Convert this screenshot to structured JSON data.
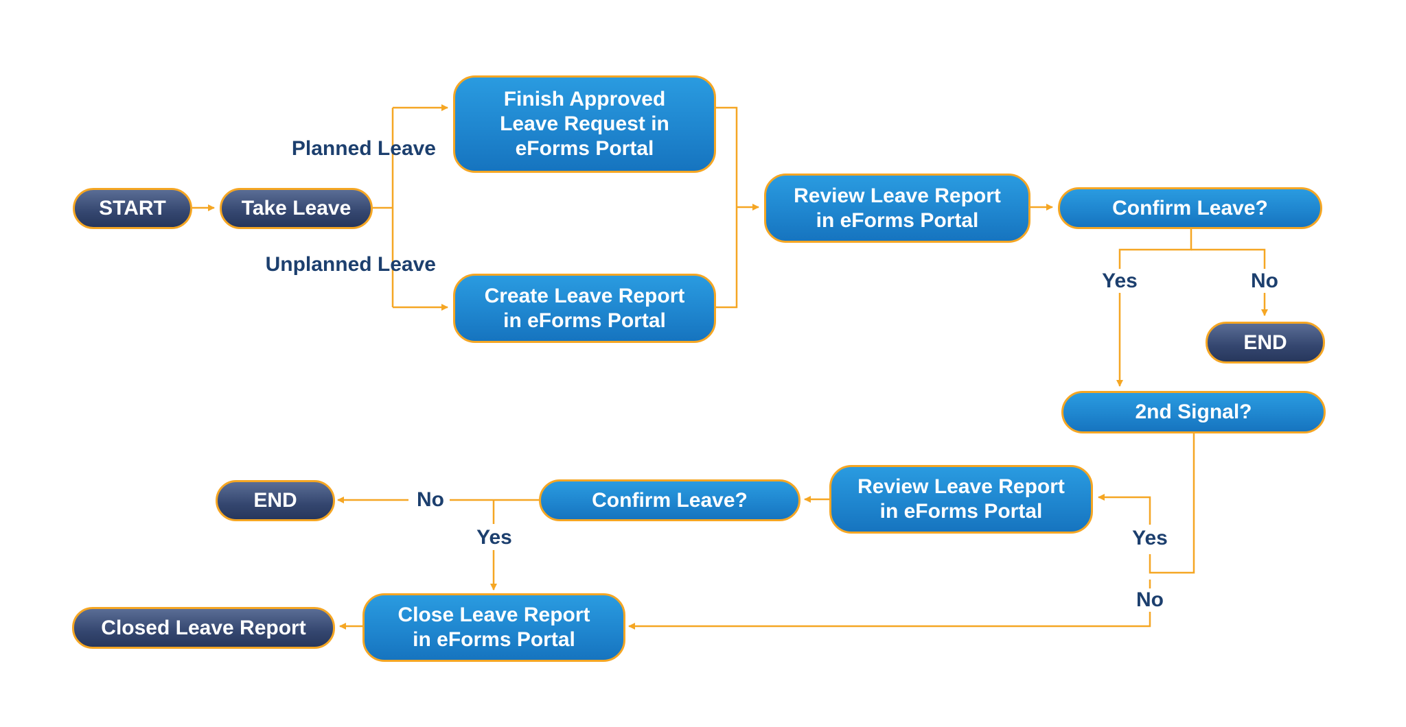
{
  "colors": {
    "connector": "#f5a623",
    "process_fill": "#1f86cf",
    "terminal_fill": "#34466f",
    "label_text": "#1c3f6e"
  },
  "nodes": {
    "start": "START",
    "take_leave": "Take Leave",
    "finish_request": "Finish Approved\nLeave Request in\neForms Portal",
    "create_report": "Create Leave Report\nin eForms Portal",
    "review_report_1": "Review Leave Report\nin eForms Portal",
    "confirm_leave_1": "Confirm Leave?",
    "end_1": "END",
    "second_signal": "2nd Signal?",
    "review_report_2": "Review Leave Report\nin eForms Portal",
    "confirm_leave_2": "Confirm Leave?",
    "end_2": "END",
    "close_report": "Close Leave Report\nin eForms Portal",
    "closed_report": "Closed Leave Report"
  },
  "edge_labels": {
    "planned": "Planned Leave",
    "unplanned": "Unplanned Leave",
    "yes_1": "Yes",
    "no_1": "No",
    "yes_2": "Yes",
    "no_2": "No",
    "yes_3": "Yes",
    "no_3": "No"
  }
}
